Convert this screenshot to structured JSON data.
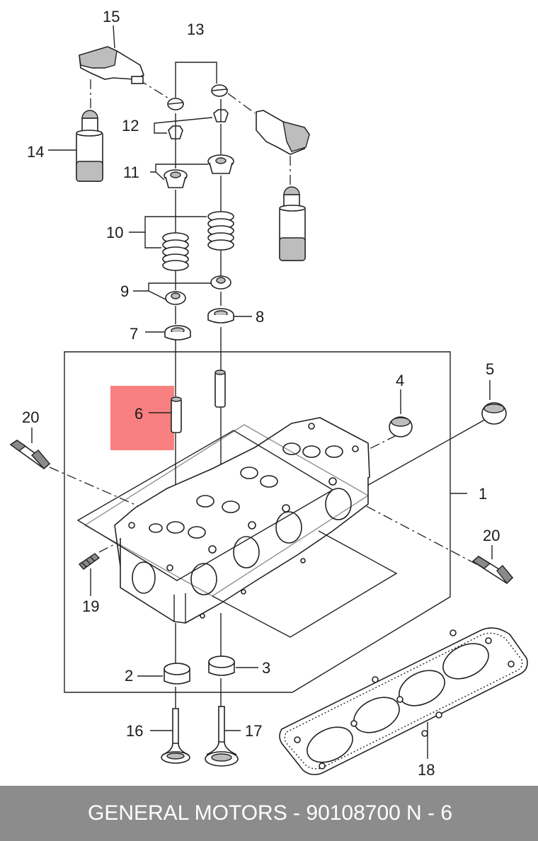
{
  "labels": {
    "l1": "1",
    "l2": "2",
    "l3": "3",
    "l4": "4",
    "l5": "5",
    "l6": "6",
    "l7": "7",
    "l8": "8",
    "l9": "9",
    "l10": "10",
    "l11": "11",
    "l12": "12",
    "l13": "13",
    "l14": "14",
    "l15": "15",
    "l16": "16",
    "l17": "17",
    "l18": "18",
    "l19": "19",
    "l20a": "20",
    "l20b": "20"
  },
  "highlight_color": "#f98080",
  "footer": {
    "brand_part": "GENERAL MOTORS - 90108700",
    "ref": "N - 6"
  },
  "colors": {
    "footer_bg": "#8c8c8c",
    "footer_text": "#ffffff"
  }
}
